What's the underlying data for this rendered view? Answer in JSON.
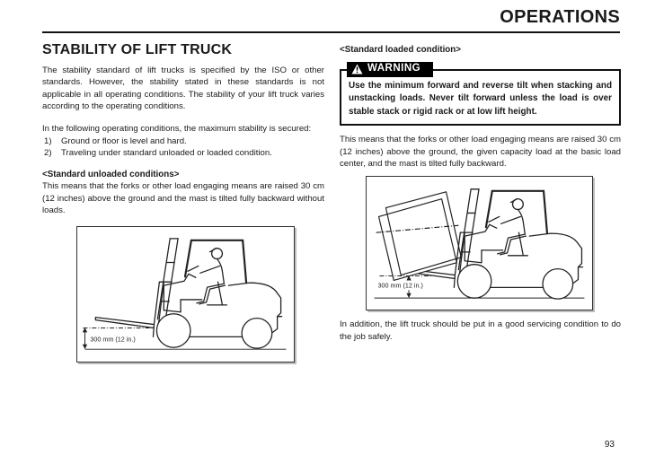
{
  "page": {
    "header_title": "OPERATIONS",
    "page_number": "93",
    "colors": {
      "ink": "#1a1a1a",
      "paper": "#ffffff",
      "warning_bg": "#000000",
      "warning_fg": "#ffffff"
    }
  },
  "left_column": {
    "title": "STABILITY OF LIFT TRUCK",
    "intro": "The stability standard of lift trucks is specified by the ISO or other standards. However, the stability stated in these standards is not applicable in all operating conditions. The stability of your lift truck varies according to the operating conditions.",
    "conditions_intro": "In the following operating conditions, the maximum stability is secured:",
    "conditions": [
      {
        "marker": "1)",
        "text": "Ground or floor is level and hard."
      },
      {
        "marker": "2)",
        "text": "Traveling under standard unloaded or loaded condition."
      }
    ],
    "subheading": "<Standard unloaded conditions>",
    "description": "This means that the forks or other load engaging means are raised 30 cm (12 inches) above the ground and the mast is tilted fully backward without loads.",
    "figure": {
      "dimension_label": "300 mm (12 in.)"
    }
  },
  "right_column": {
    "subheading": "<Standard loaded condition>",
    "warning": {
      "icon": "warning-triangle-icon",
      "label": "WARNING",
      "text": "Use the minimum forward and reverse tilt when stacking and unstacking loads. Never tilt forward unless the load is over stable stack or rigid rack or at low lift height."
    },
    "description": "This means that the forks or other load engaging means are raised 30 cm (12 inches) above the ground, the given capacity load at the basic load center, and the mast is tilted fully backward.",
    "figure": {
      "dimension_label": "300 mm (12 in.)"
    },
    "closing": "In addition, the lift truck should be put in a good servicing condition to do the job safely."
  }
}
